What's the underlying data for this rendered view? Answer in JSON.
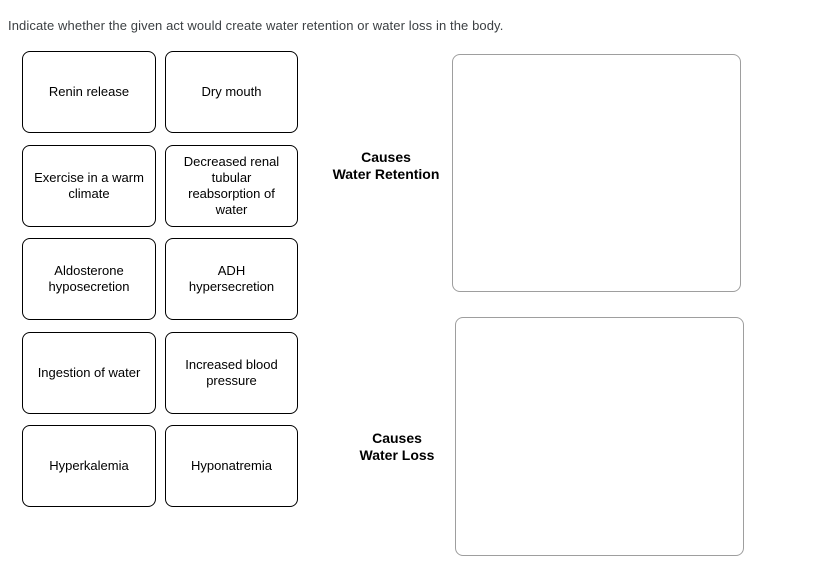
{
  "page": {
    "instruction": "Indicate whether the given act would create water retention or water loss in the body."
  },
  "cards": [
    {
      "label": "Renin release"
    },
    {
      "label": "Dry mouth"
    },
    {
      "label": "Exercise in a warm climate"
    },
    {
      "label": "Decreased renal tubular reabsorption of water"
    },
    {
      "label": "Aldosterone hyposecretion"
    },
    {
      "label": "ADH hypersecretion"
    },
    {
      "label": "Ingestion of water"
    },
    {
      "label": "Increased blood pressure"
    },
    {
      "label": "Hyperkalemia"
    },
    {
      "label": "Hyponatremia"
    }
  ],
  "bins": [
    {
      "label_line1": "Causes",
      "label_line2": "Water Retention"
    },
    {
      "label_line1": "Causes",
      "label_line2": "Water Loss"
    }
  ],
  "colors": {
    "background": "#ffffff",
    "card_border": "#000000",
    "card_text": "#000000",
    "dropzone_border": "#9e9e9e",
    "instruction_text": "#3c4043"
  }
}
